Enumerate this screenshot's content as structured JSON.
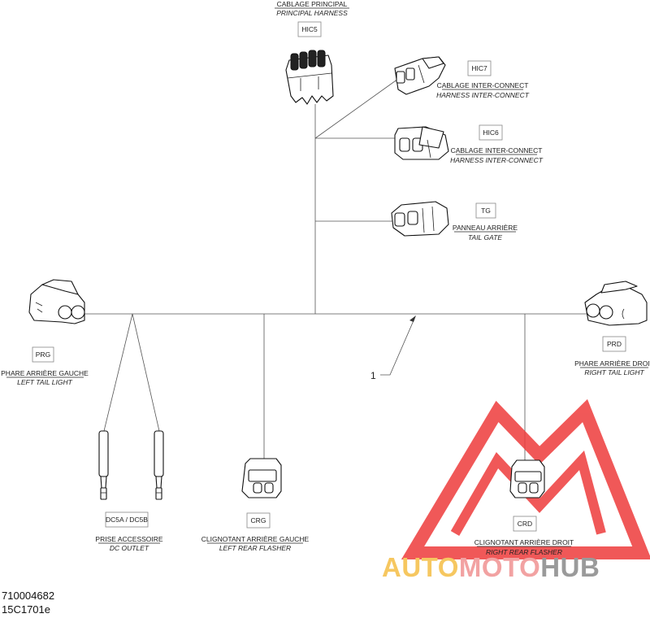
{
  "connectors": {
    "hic5": {
      "code": "HIC5",
      "fr": "CABLAGE PRINCIPAL",
      "en": "PRINCIPAL HARNESS"
    },
    "hic7": {
      "code": "HIC7",
      "fr": "CABLAGE INTER-CONNECT",
      "en": "HARNESS INTER-CONNECT"
    },
    "hic6": {
      "code": "HIC6",
      "fr": "CABLAGE INTER-CONNECT",
      "en": "HARNESS INTER-CONNECT"
    },
    "tg": {
      "code": "TG",
      "fr": "PANNEAU ARRIÈRE",
      "en": "TAIL GATE"
    },
    "prg": {
      "code": "PRG",
      "fr": "PHARE ARRIÈRE GAUCHE",
      "en": "LEFT TAIL LIGHT"
    },
    "prd": {
      "code": "PRD",
      "fr": "PHARE ARRIÈRE DROIT",
      "en": "RIGHT TAIL LIGHT"
    },
    "dc": {
      "code": "DC5A / DC5B",
      "fr": "PRISE ACCESSOIRE",
      "en": "DC OUTLET"
    },
    "crg": {
      "code": "CRG",
      "fr": "CLIGNOTANT ARRIÈRE GAUCHE",
      "en": "LEFT REAR FLASHER"
    },
    "crd": {
      "code": "CRD",
      "fr": "CLIGNOTANT ARRIÈRE DROIT",
      "en": "RIGHT REAR FLASHER"
    }
  },
  "callout": {
    "number": "1"
  },
  "watermark": {
    "word1": "AUTO",
    "word2": "MOTO",
    "word3": "HUB",
    "color_auto": "#f6c760",
    "color_moto": "#f2a2a2",
    "color_hub": "#9a9a9a",
    "color_logo": "#ee3b3b"
  },
  "footer": {
    "part_number": "710004682",
    "drawing_code": "15C1701e"
  }
}
